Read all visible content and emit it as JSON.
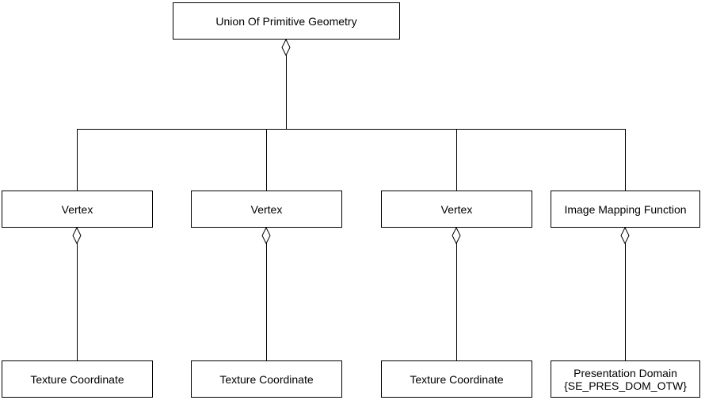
{
  "diagram": {
    "root": {
      "label": "Union Of Primitive Geometry"
    },
    "mid": [
      {
        "label": "Vertex"
      },
      {
        "label": "Vertex"
      },
      {
        "label": "Vertex"
      },
      {
        "label": "Image Mapping Function"
      }
    ],
    "bottom": [
      {
        "label": "Texture Coordinate"
      },
      {
        "label": "Texture Coordinate"
      },
      {
        "label": "Texture Coordinate"
      },
      {
        "line1": "Presentation Domain",
        "line2": "{SE_PRES_DOM_OTW}"
      }
    ],
    "connectors": {
      "aggregation_symbol": "hollow-diamond"
    },
    "colors": {
      "background": "#ffffff",
      "border": "#000000",
      "text": "#000000"
    }
  }
}
